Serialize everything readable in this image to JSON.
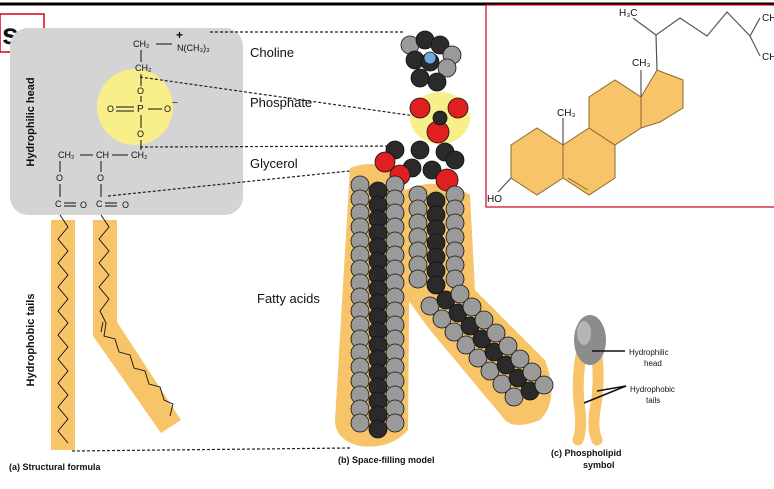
{
  "slide": {
    "title_fragment": "s",
    "colors": {
      "title_red": "#d0021b",
      "tail_orange": "#f7c46a",
      "head_gray": "#d4d4d4",
      "phosphate_yellow": "#f8ee8a",
      "atom_red": "#e02020",
      "atom_gray": "#9a9a9a",
      "atom_dark": "#2a2a2a",
      "atom_blue": "#6fa8dc",
      "steroid_orange": "#f7c46a"
    }
  },
  "structural_formula": {
    "side_label_head": "Hydrophilic head",
    "side_label_tails": "Hydrophobic tails",
    "caption": "(a) Structural formula",
    "atoms": {
      "ch2_top": "CH₂",
      "plus": "+",
      "ncH3": "N(CH₃)₃",
      "ch2_mid": "CH₂",
      "o_upper": "O",
      "p": "P",
      "o_left": "O",
      "o_right": "O",
      "o_minus": "−",
      "o_lower": "O",
      "glycerol_left": "CH₂",
      "glycerol_mid": "CH",
      "glycerol_right": "CH₂",
      "ester_o1": "O",
      "ester_o2": "O",
      "c1": "C",
      "c2": "C",
      "dbl_o1": "O",
      "dbl_o2": "O"
    }
  },
  "labels": {
    "choline": "Choline",
    "phosphate": "Phosphate",
    "glycerol": "Glycerol",
    "fatty_acids": "Fatty acids"
  },
  "space_filling": {
    "caption": "(b) Space-filling model"
  },
  "symbol": {
    "caption_line1": "(c) Phospholipid",
    "caption_line2": "symbol",
    "head_label_line1": "Hydrophilic",
    "head_label_line2": "head",
    "tails_label_line1": "Hydrophobic",
    "tails_label_line2": "tails"
  },
  "cholesterol_inset": {
    "h3c": "H₃C",
    "ch3_top_right": "CH",
    "ch3_upper": "CH₃",
    "ch3_lower": "CH₃",
    "ch3_far_right": "CH",
    "ho": "HO"
  }
}
